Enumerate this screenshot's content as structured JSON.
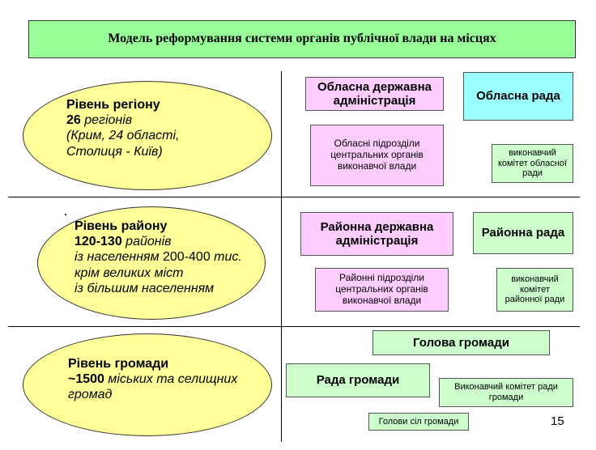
{
  "title": "Модель реформування системи  органів публічної влади на місцях",
  "region": {
    "heading": "Рівень регіону",
    "count_num": "26",
    "count_word": "регіонів",
    "detail1": "(Крим, 24 області,",
    "detail2": "Столиця - Київ)"
  },
  "district": {
    "heading": "Рівень району",
    "count_num": "120-130",
    "count_word": "районів",
    "line2_a": "із населенням ",
    "line2_b": "200-400",
    "line2_c": " тис.",
    "line3": "крім великих міст",
    "line4": "із більшим населенням"
  },
  "community": {
    "heading": "Рівень громади",
    "count_num": "~1500",
    "count_word": " міських та селищних",
    "line2": "громад"
  },
  "boxes": {
    "oda": "Обласна державна адміністрація",
    "oblrada": "Обласна рада",
    "obl_sub": "Обласні підрозділи центральних  органів виконавчої влади",
    "obl_exec": "виконавчий комітет обласної ради",
    "rda": "Районна державна адміністрація",
    "raionrada": "Районна рада",
    "raion_sub": "Районні підрозділи центральних  органів виконавчої влади",
    "raion_exec": "виконавчий комітет районної ради",
    "golova": "Голова громади",
    "rada_gromady": "Рада громади",
    "exec_gromady": "Виконавчий комітет ради громади",
    "golovy_sil": "Голови сіл громади"
  },
  "page_number": "15",
  "colors": {
    "title_bg": "#99ff99",
    "ellipse_bg": "#ffff99",
    "pink": "#ffccff",
    "green": "#ccffcc",
    "cyan": "#99ffff"
  }
}
